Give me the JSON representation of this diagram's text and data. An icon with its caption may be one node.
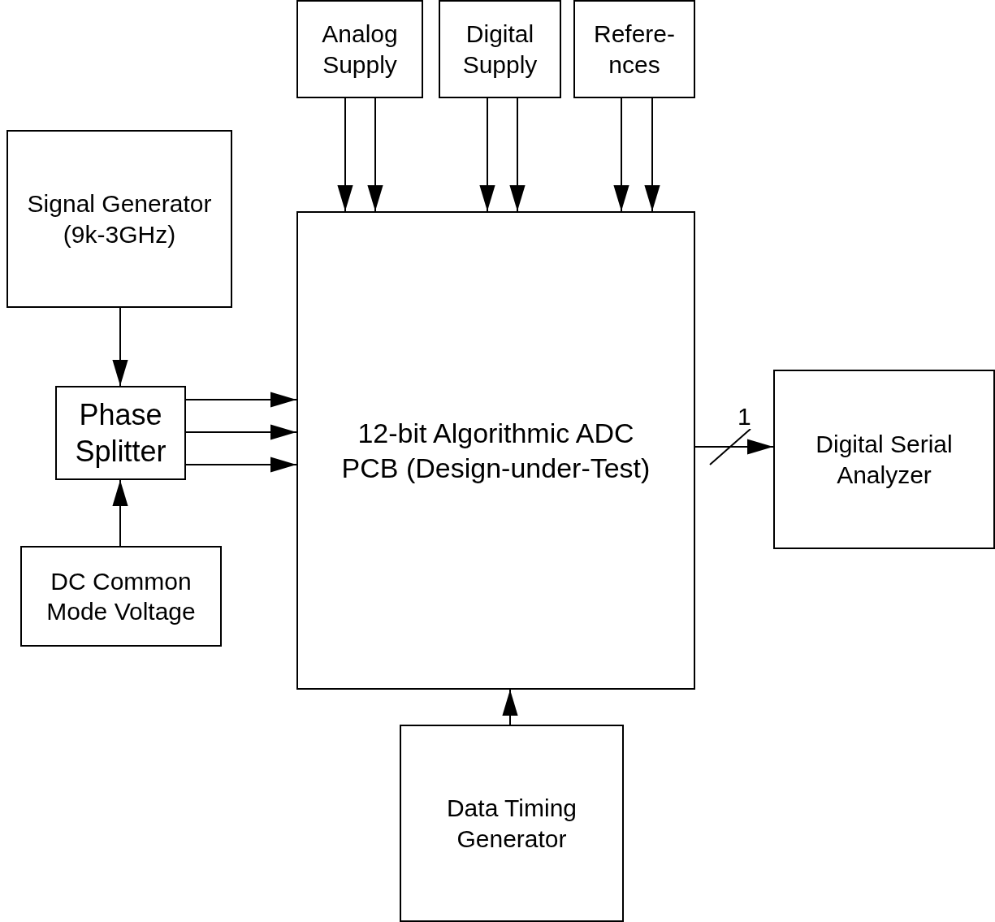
{
  "diagram": {
    "nodes": [
      {
        "text": [
          "Analog Supply"
        ]
      },
      {
        "text": [
          "Digital Supply"
        ]
      },
      {
        "text": [
          "Refere- nces"
        ]
      },
      {
        "text": [
          "Signal Generator (9k-3GHz)"
        ]
      },
      {
        "text": [
          "Phase Splitter"
        ]
      },
      {
        "text": [
          "12-bit Algorithmic ADC PCB (Design-under-Test)"
        ]
      },
      {
        "text": [
          "Digital Serial Analyzer"
        ]
      },
      {
        "text": [
          "DC Common Mode Voltage"
        ]
      },
      {
        "text": [
          "Data Timing Generator"
        ]
      }
    ],
    "edges": [
      {
        "from": 0,
        "to": 5,
        "arrow": "to"
      },
      {
        "from": 0,
        "to": 5,
        "arrow": "to"
      },
      {
        "from": 1,
        "to": 5,
        "arrow": "to"
      },
      {
        "from": 1,
        "to": 5,
        "arrow": "to"
      },
      {
        "from": 2,
        "to": 5,
        "arrow": "to"
      },
      {
        "from": 2,
        "to": 5,
        "arrow": "to"
      },
      {
        "from": 3,
        "to": 4,
        "arrow": "to"
      },
      {
        "from": 4,
        "to": 5,
        "arrow": "to"
      },
      {
        "from": 4,
        "to": 5,
        "arrow": "to"
      },
      {
        "from": 4,
        "to": 5,
        "arrow": "to"
      },
      {
        "from": 5,
        "to": 6,
        "arrow": "to",
        "label": "1"
      },
      {
        "from": 7,
        "to": 4,
        "arrow": "to"
      },
      {
        "from": 8,
        "to": 5,
        "arrow": "to"
      }
    ]
  }
}
